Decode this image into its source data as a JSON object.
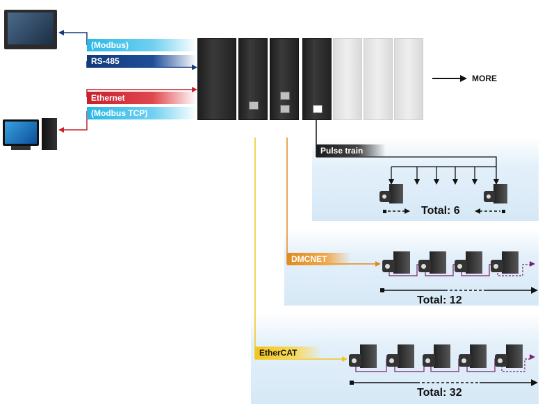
{
  "interfaces": {
    "modbus": "(Modbus)",
    "rs485": "RS-485",
    "ethernet": "Ethernet",
    "modbus_tcp": "(Modbus TCP)"
  },
  "more_label": "MORE",
  "networks": {
    "pulse": {
      "label": "Pulse train",
      "total": "Total: 6"
    },
    "dmcnet": {
      "label": "DMCNET",
      "total": "Total: 12"
    },
    "ethercat": {
      "label": "EtherCAT",
      "total": "Total: 32"
    }
  },
  "colors": {
    "modbus_band": "#29b8e6",
    "rs485_band": "#123a7a",
    "ethernet_band": "#c8202a",
    "dmcnet_band": "#e08a1e",
    "ethercat_band": "#f2c51a",
    "pulse_band": "#1a1a1a",
    "wire_purple": "#7a1f6e"
  }
}
